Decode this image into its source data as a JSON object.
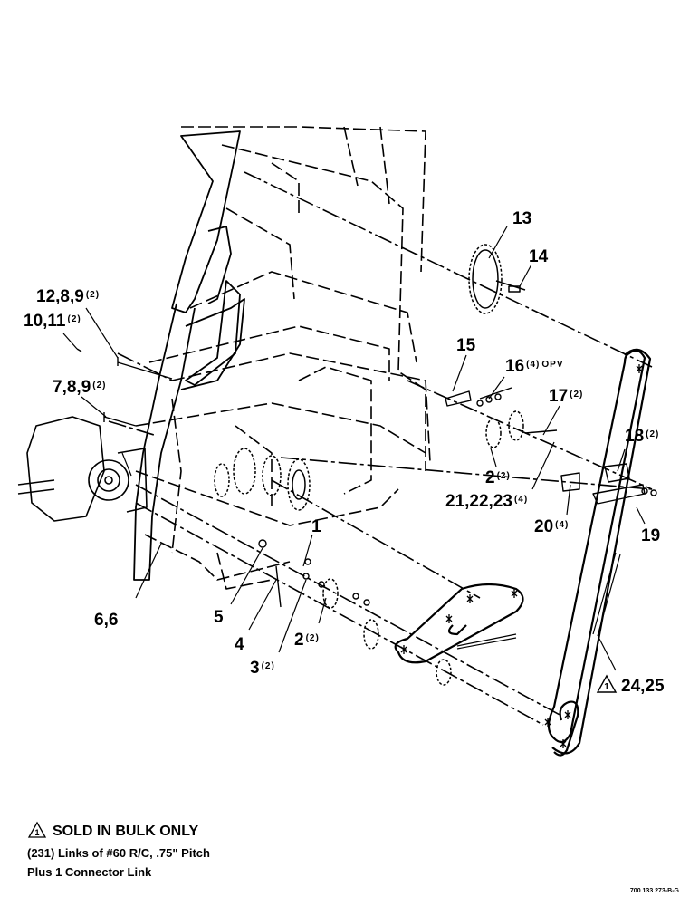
{
  "callouts": {
    "c13": "13",
    "c14": "14",
    "c12_8_9": "12,8,9",
    "c12_8_9_qty": "(2)",
    "c10_11": "10,11",
    "c10_11_qty": "(2)",
    "c15": "15",
    "c16": "16",
    "c16_qty": "(4)",
    "c16_note": "OPV",
    "c7_8_9": "7,8,9",
    "c7_8_9_qty": "(2)",
    "c17": "17",
    "c17_qty": "(2)",
    "c18": "18",
    "c18_qty": "(2)",
    "c2a": "2",
    "c2a_qty": "(2)",
    "c21_22_23": "21,22,23",
    "c21_22_23_qty": "(4)",
    "c20": "20",
    "c20_qty": "(4)",
    "c19": "19",
    "c1": "1",
    "c6_6": "6,6",
    "c5": "5",
    "c4": "4",
    "c2b": "2",
    "c2b_qty": "(2)",
    "c3": "3",
    "c3_qty": "(2)",
    "c24_25": "24,25",
    "c24_25_flag": "1"
  },
  "note": {
    "flag": "1",
    "title": "SOLD IN BULK ONLY",
    "line1": "(231) Links of #60 R/C, .75\" Pitch",
    "line2": "Plus 1 Connector Link"
  },
  "drawing_number": "700 133 273-B-G"
}
